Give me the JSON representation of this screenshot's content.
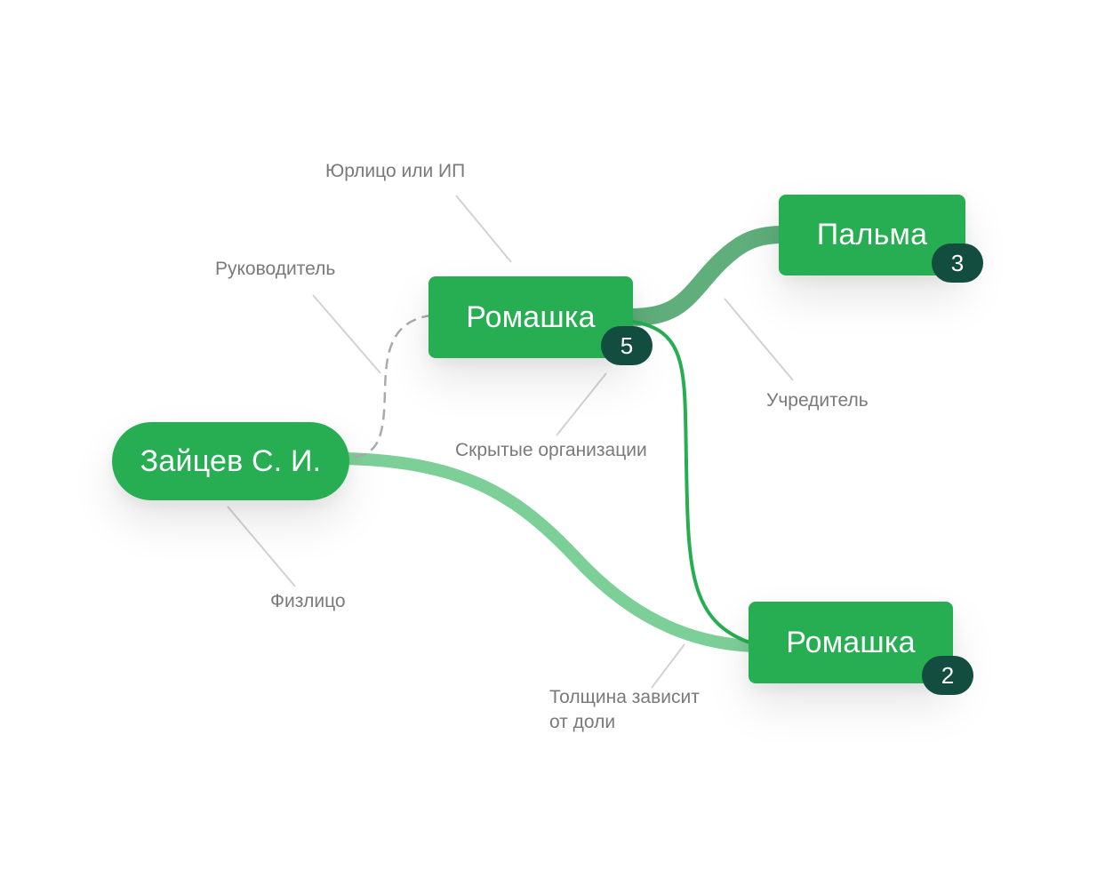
{
  "colors": {
    "node_fill": "#27AE52",
    "badge_fill": "#134D40",
    "edge_thick_dark": "#5FAE7B",
    "edge_thick_light": "#7DCF98",
    "edge_thin": "#27AE52",
    "edge_dashed": "#AAAAAA",
    "leader_line": "#D2D2D2",
    "label_text": "#7A7A7A"
  },
  "nodes": [
    {
      "id": "person",
      "label": "Зайцев С. И.",
      "kind": "person",
      "badge": null
    },
    {
      "id": "romashka-top",
      "label": "Ромашка",
      "kind": "organization",
      "badge": "5"
    },
    {
      "id": "palma",
      "label": "Пальма",
      "kind": "organization",
      "badge": "3"
    },
    {
      "id": "romashka-bottom",
      "label": "Ромашка",
      "kind": "organization",
      "badge": "2"
    }
  ],
  "edges": [
    {
      "from": "person",
      "to": "romashka-top",
      "style": "dashed",
      "meaning": "Руководитель"
    },
    {
      "from": "romashka-top",
      "to": "palma",
      "style": "thick",
      "meaning": "Учредитель"
    },
    {
      "from": "romashka-top",
      "to": "romashka-bottom",
      "style": "thin"
    },
    {
      "from": "person",
      "to": "romashka-bottom",
      "style": "thick-light"
    }
  ],
  "annotations": {
    "legal_entity": "Юрлицо или ИП",
    "manager": "Руководитель",
    "hidden_orgs": "Скрытые организации",
    "founder": "Учредитель",
    "individual": "Физлицо",
    "thickness": "Толщина зависит\nот доли"
  }
}
